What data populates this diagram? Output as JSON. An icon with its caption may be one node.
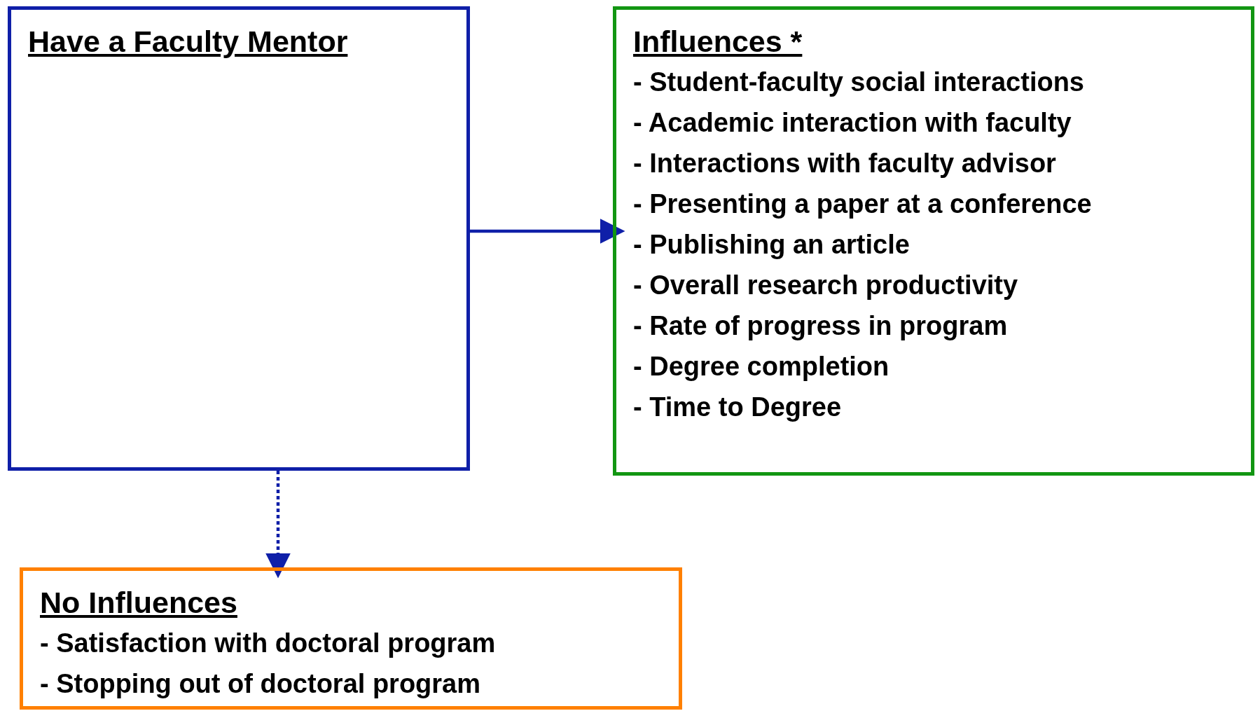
{
  "diagram": {
    "nodes": [
      {
        "text": [
          "Have a Faculty Mentor"
        ]
      },
      {
        "text": [
          "Influences *",
          "- Student-faculty social interactions",
          "- Academic interaction with faculty",
          "- Interactions with faculty advisor",
          "- Presenting a paper at a conference",
          "- Publishing an article",
          "- Overall research productivity",
          "- Rate of progress in program",
          "- Degree completion",
          "- Time to Degree"
        ]
      },
      {
        "text": [
          "No Influences",
          "- Satisfaction with doctoral program",
          "- Stopping out of doctoral program"
        ]
      }
    ],
    "edges": [
      {
        "from": 0,
        "to": 1,
        "arrow": "to"
      },
      {
        "from": 0,
        "to": 2,
        "arrow": "to",
        "style": "dashed"
      }
    ]
  }
}
